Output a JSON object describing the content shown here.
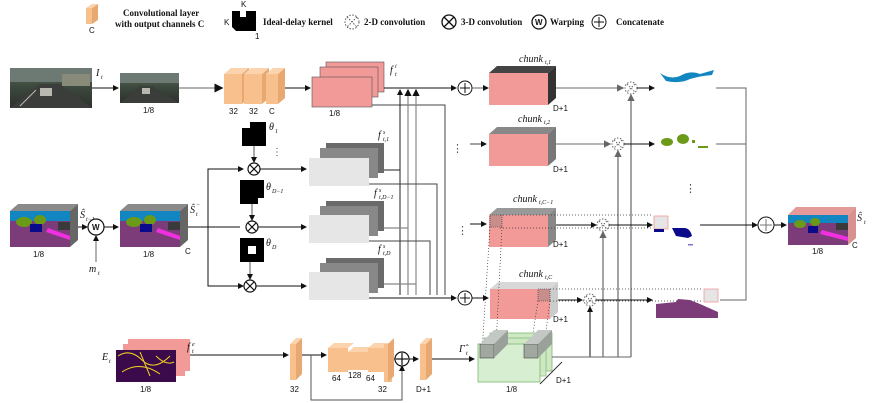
{
  "legend": {
    "conv_layer_line1": "Convolutional layer",
    "conv_layer_line2": "with output channels C",
    "conv_layer_channel": "C",
    "kernel_label": "Ideal-delay kernel",
    "kernel_k_top": "K",
    "kernel_k_left": "K",
    "kernel_one": "1",
    "conv2d_label": "2-D convolution",
    "conv3d_label": "3-D convolution",
    "warping_label": "Warping",
    "warping_symbol": "W",
    "concat_label": "Concatenate"
  },
  "top_row": {
    "input_label": "I",
    "input_sub": "t",
    "downsample_scale": "1/8",
    "encoder_channels": [
      "32",
      "32",
      "C"
    ],
    "feature_label": "f",
    "feature_sub": "t",
    "feature_sup": "i",
    "feature_scale": "1/8"
  },
  "middle": {
    "prev_seg_label": "Ŝ",
    "prev_seg_sub": "t−1",
    "prev_seg_scale": "1/8",
    "motion_label": "m",
    "motion_sub": "t",
    "warped_label": "Ŝ",
    "warped_sub": "t",
    "warped_sup": "−",
    "warped_scale": "1/8",
    "warped_channel": "C",
    "kernels": [
      {
        "label": "θ",
        "sub": "1"
      },
      {
        "label": "θ",
        "sub": "D−1"
      },
      {
        "label": "θ",
        "sub": "D"
      }
    ],
    "shifted_features": [
      {
        "label": "f",
        "sup": "s",
        "sub": "t,1"
      },
      {
        "label": "f",
        "sup": "s",
        "sub": "t,D−1"
      },
      {
        "label": "f",
        "sup": "s",
        "sub": "t,D"
      }
    ],
    "vertical_dots": "⋮"
  },
  "chunks": [
    {
      "label": "chunk",
      "sub": "t,1",
      "depth": "D+1"
    },
    {
      "label": "chunk",
      "sub": "t,2",
      "depth": "D+1"
    },
    {
      "label": "chunk",
      "sub": "t,C−1",
      "depth": "D+1"
    },
    {
      "label": "chunk",
      "sub": "t,C",
      "depth": "D+1"
    }
  ],
  "output": {
    "label": "Ŝ",
    "sub": "t",
    "scale": "1/8",
    "channel": "C"
  },
  "bottom_row": {
    "edge_label": "E",
    "edge_sub": "t",
    "edge_feature_label": "f",
    "edge_feature_sup": "e",
    "edge_feature_sub": "t",
    "edge_scale": "1/8",
    "conv_channels": [
      "32",
      "64",
      "128",
      "64",
      "32"
    ],
    "final_channel": "D+1",
    "gamma_label": "Γ̂",
    "gamma_sub": "t",
    "gamma_scale": "1/8",
    "gamma_depth": "D+1"
  },
  "colors": {
    "conv_orange": "#f8c08c",
    "feature_pink": "#f29a98",
    "shifted_gray": "#7a7a7a",
    "shifted_light": "#e6e6e6",
    "gamma_green": "#cfe8c4",
    "seg_purple": "#7c3c7a",
    "seg_blue": "#1186c0",
    "seg_green": "#6a9a18",
    "seg_navy": "#0a0a8a"
  }
}
